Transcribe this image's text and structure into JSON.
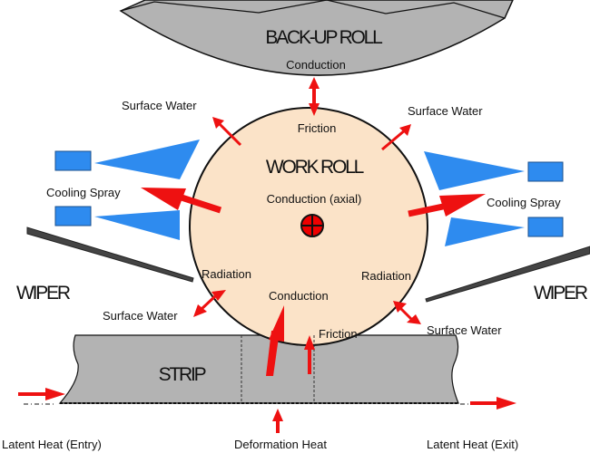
{
  "title": "Heat transfer in work roll during hot strip rolling",
  "components": {
    "backup_roll": "BACK-UP ROLL",
    "work_roll": "WORK ROLL",
    "strip": "STRIP",
    "wiper_left": "WIPER",
    "wiper_right": "WIPER"
  },
  "labels": {
    "conduction_top": "Conduction",
    "friction_top": "Friction",
    "conduction_axial": "Conduction (axial)",
    "surface_water_top_left": "Surface Water",
    "surface_water_top_right": "Surface Water",
    "cooling_spray_left": "Cooling Spray",
    "cooling_spray_right": "Cooling Spray",
    "radiation_left": "Radiation",
    "radiation_right": "Radiation",
    "conduction_bottom": "Conduction",
    "friction_bottom": "Friction",
    "surface_water_bottom_left": "Surface Water",
    "surface_water_bottom_right": "Surface Water",
    "latent_heat_entry": "Latent Heat (Entry)",
    "deformation_heat": "Deformation Heat",
    "latent_heat_exit": "Latent Heat (Exit)"
  },
  "colors": {
    "roll_gray": "#b3b3b3",
    "work_roll_fill": "#fbe3c8",
    "arrow_red": "#ee1111",
    "spray_blue": "#2e8bef"
  }
}
